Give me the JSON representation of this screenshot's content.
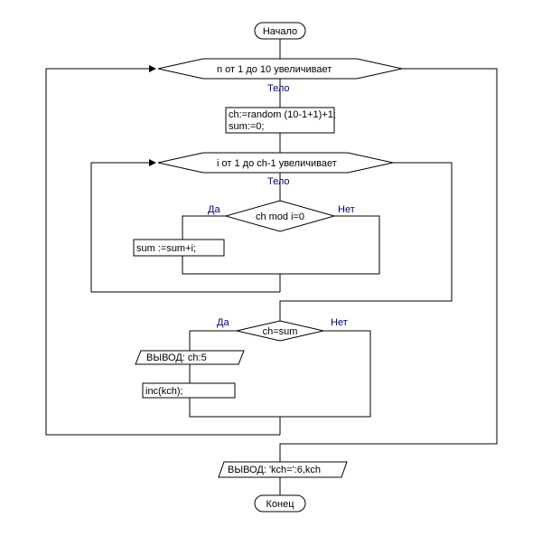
{
  "flowchart": {
    "start": "Начало",
    "end": "Конец",
    "loop_outer": "n  от  1  до  10 увеличивает",
    "loop_outer_body": "Тело",
    "init_line1": "ch:=random (10-1+1)+1;",
    "init_line2": "sum:=0;",
    "loop_inner": "i  от  1  до  ch-1 увеличивает",
    "loop_inner_body": "Тело",
    "cond_mod": "ch mod i=0",
    "cond_mod_yes": "Да",
    "cond_mod_no": "Нет",
    "sum_update": "sum :=sum+i;",
    "cond_sum": "ch=sum",
    "cond_sum_yes": "Да",
    "cond_sum_no": "Нет",
    "output_ch": "ВЫВОД:  ch:5",
    "inc_kch": "inc(kch);",
    "output_kch": "ВЫВОД:  'kch=':6,kch"
  },
  "colors": {
    "line": "#000000",
    "branch_label": "#000080",
    "background": "#ffffff"
  }
}
